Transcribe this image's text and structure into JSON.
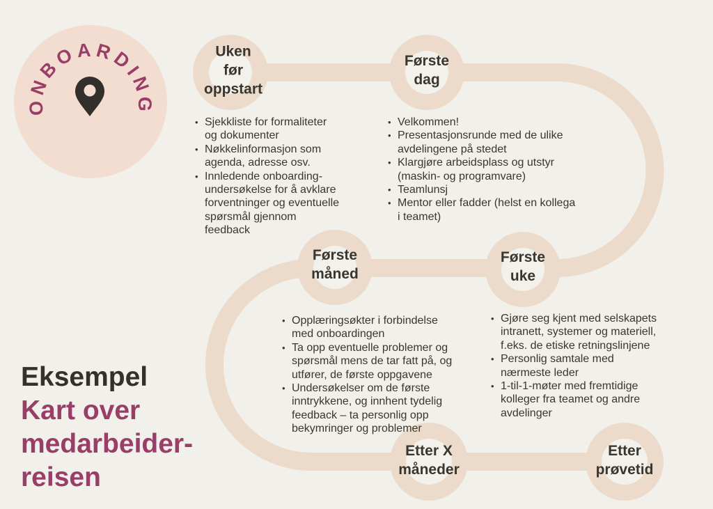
{
  "badge": {
    "label": "ONBOARDING",
    "icon": "map-pin-icon"
  },
  "heading": {
    "prefix": "Eksempel",
    "title": "Kart over\nmedarbeider-\nreisen"
  },
  "colors": {
    "bg": "#f2f0ea",
    "path": "#ecdbca",
    "badge": "#f2ddd0",
    "accent": "#993e66",
    "ink": "#39362f",
    "inner": "#f3f1eb"
  },
  "milestones": [
    {
      "id": "uken-for-oppstart",
      "title": "Uken\nfør\noppstart",
      "items": [
        "Sjekkliste for formaliteter\nog dokumenter",
        "Nøkkelinformasjon som\nagenda, adresse osv.",
        "Innledende onboarding-\nundersøkelse for å avklare\nforventninger og eventuelle\nspørsmål gjennom\nfeedback"
      ]
    },
    {
      "id": "forste-dag",
      "title": "Første\ndag",
      "items": [
        "Velkommen!",
        "Presentasjonsrunde med de ulike\navdelingene på stedet",
        "Klargjøre arbeidsplass og utstyr\n(maskin- og programvare)",
        "Teamlunsj",
        "Mentor eller fadder (helst en kollega\ni teamet)"
      ]
    },
    {
      "id": "forste-uke",
      "title": "Første\nuke",
      "items": [
        "Gjøre seg kjent med selskapets\nintranett, systemer og materiell,\nf.eks. de etiske retningslinjene",
        "Personlig samtale med\nnærmeste leder",
        "1-til-1-møter med fremtidige\nkolleger fra teamet og andre\navdelinger"
      ]
    },
    {
      "id": "forste-maned",
      "title": "Første\nmåned",
      "items": [
        "Opplæringsøkter i forbindelse\nmed onboardingen",
        "Ta opp eventuelle problemer og\nspørsmål mens de tar fatt på, og\nutfører, de første oppgavene",
        "Undersøkelser om de første\ninntrykkene, og innhent tydelig\nfeedback – ta personlig opp\nbekymringer og problemer"
      ]
    },
    {
      "id": "etter-x-maneder",
      "title": "Etter X\nmåneder",
      "items": []
    },
    {
      "id": "etter-provetid",
      "title": "Etter\nprøvetid",
      "items": []
    }
  ]
}
